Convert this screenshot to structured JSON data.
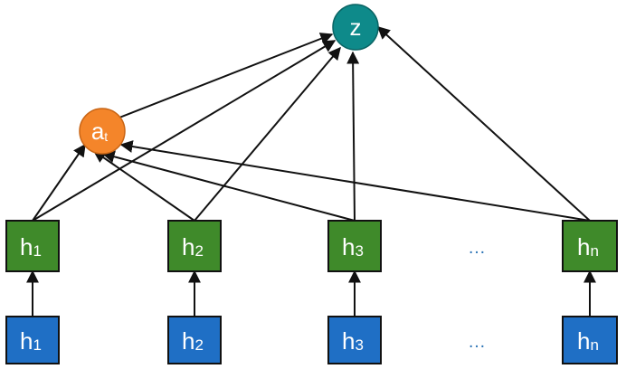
{
  "colors": {
    "z_node": "#0e8a8a",
    "a_node": "#f4852a",
    "green_box": "#3f8a2a",
    "blue_box": "#1f6fc5",
    "edge": "#111111",
    "dots": "#2e75b6"
  },
  "z_node": {
    "label": "z"
  },
  "attention_node": {
    "label": "a",
    "subscript": "t"
  },
  "hidden_layer": [
    {
      "label": "h",
      "subscript": "1"
    },
    {
      "label": "h",
      "subscript": "2"
    },
    {
      "label": "h",
      "subscript": "3"
    },
    {
      "label": "h",
      "subscript": "n"
    }
  ],
  "input_layer": [
    {
      "label": "h",
      "subscript": "1"
    },
    {
      "label": "h",
      "subscript": "2"
    },
    {
      "label": "h",
      "subscript": "3"
    },
    {
      "label": "h",
      "subscript": "n"
    }
  ],
  "ellipsis": "…"
}
